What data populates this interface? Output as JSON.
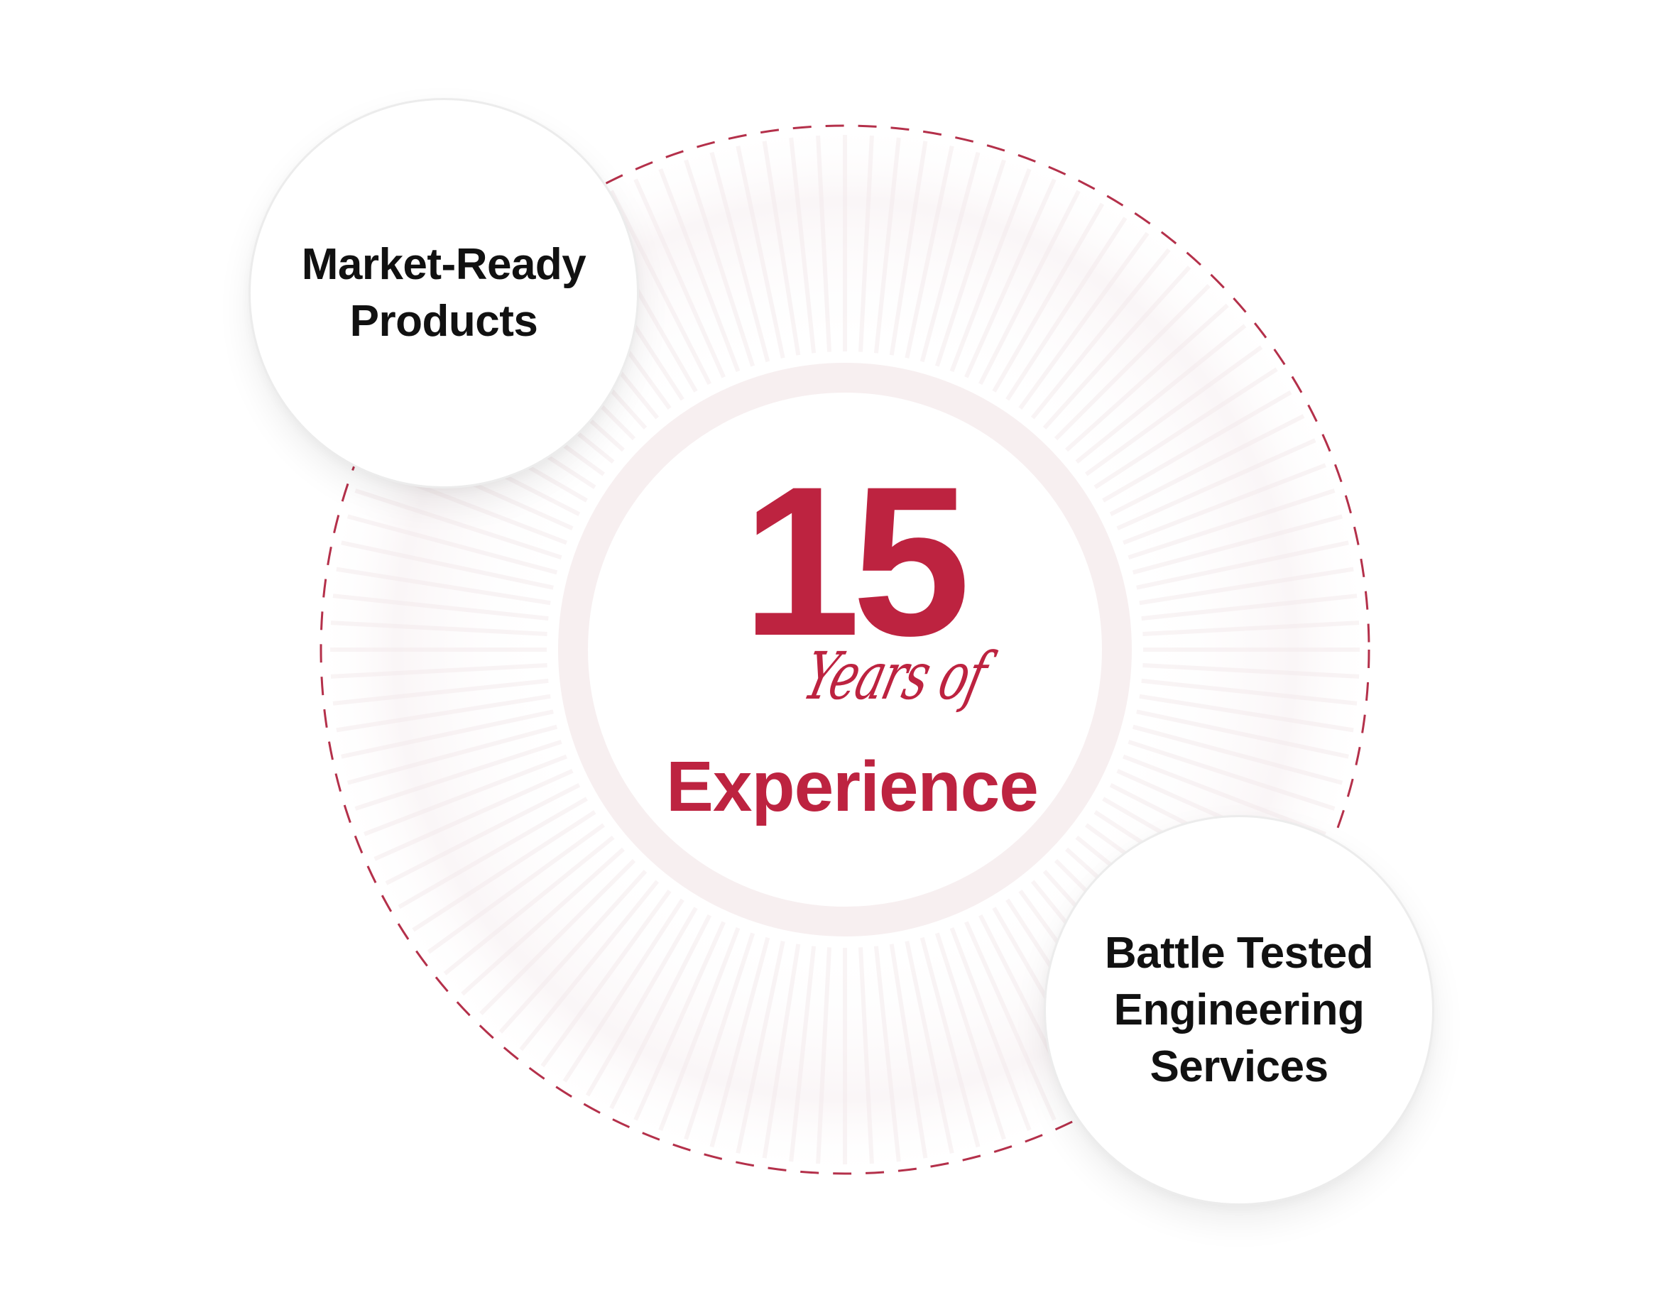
{
  "center": {
    "number": "15",
    "script": "Years of",
    "label": "Experience"
  },
  "bubbles": [
    {
      "label": "Market-Ready\nProducts"
    },
    {
      "label": "Battle Tested\nEngineering\nServices"
    }
  ],
  "colors": {
    "accent": "#bd2340",
    "dashed_ring": "#b4304a",
    "inner_ring": "#f7eff0",
    "text_dark": "#111111",
    "bubble_border": "#ececec"
  }
}
